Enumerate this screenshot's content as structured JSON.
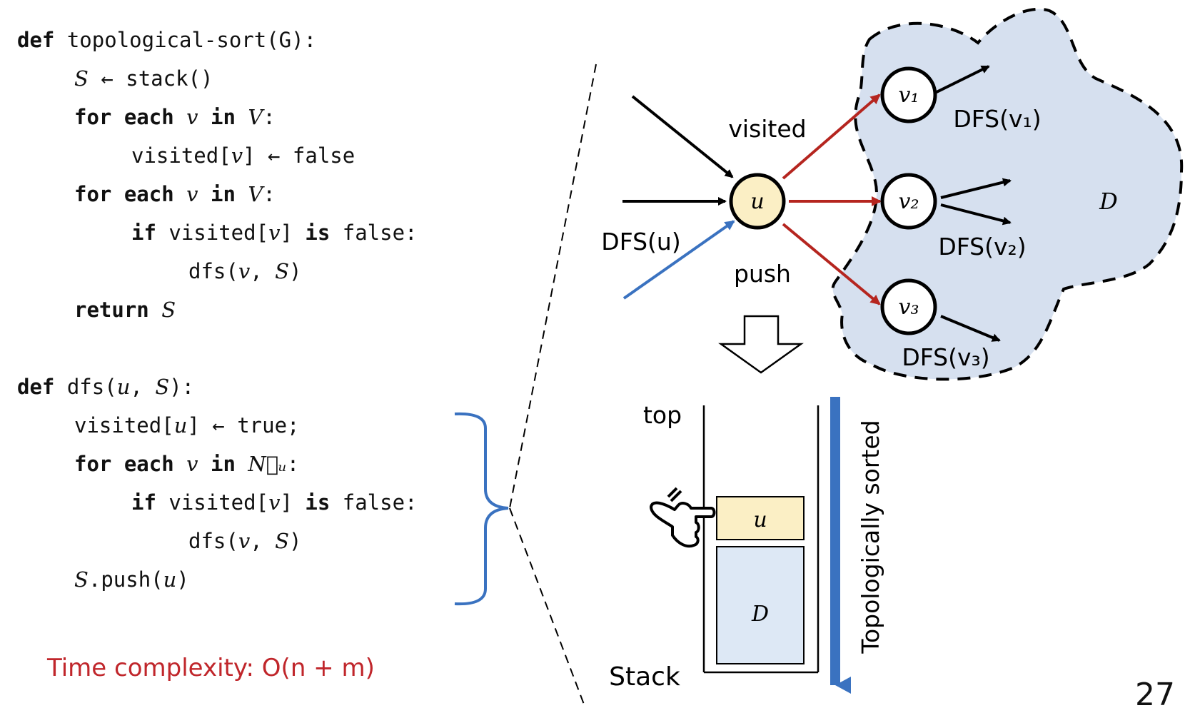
{
  "code": {
    "lines": [
      {
        "indent": 0,
        "parts": [
          [
            "k",
            "def"
          ],
          [
            "t",
            " topological-sort(G):"
          ]
        ]
      },
      {
        "indent": 1,
        "parts": [
          [
            "m",
            "S"
          ],
          [
            "t",
            " ← stack()"
          ]
        ]
      },
      {
        "indent": 1,
        "parts": [
          [
            "k",
            "for each"
          ],
          [
            "t",
            " "
          ],
          [
            "m",
            "v"
          ],
          [
            "t",
            " "
          ],
          [
            "k",
            "in"
          ],
          [
            "t",
            " "
          ],
          [
            "m",
            "V"
          ],
          [
            "t",
            ":"
          ]
        ]
      },
      {
        "indent": 2,
        "parts": [
          [
            "t",
            "visited["
          ],
          [
            "m",
            "v"
          ],
          [
            "t",
            "] ← false"
          ]
        ]
      },
      {
        "indent": 1,
        "parts": [
          [
            "k",
            "for each"
          ],
          [
            "t",
            " "
          ],
          [
            "m",
            "v"
          ],
          [
            "t",
            " "
          ],
          [
            "k",
            "in"
          ],
          [
            "t",
            " "
          ],
          [
            "m",
            "V"
          ],
          [
            "t",
            ":"
          ]
        ]
      },
      {
        "indent": 2,
        "parts": [
          [
            "k",
            "if"
          ],
          [
            "t",
            " visited["
          ],
          [
            "m",
            "v"
          ],
          [
            "t",
            "] "
          ],
          [
            "k",
            "is"
          ],
          [
            "t",
            " false:"
          ]
        ]
      },
      {
        "indent": 3,
        "parts": [
          [
            "t",
            "dfs("
          ],
          [
            "m",
            "v"
          ],
          [
            "t",
            ", "
          ],
          [
            "m",
            "S"
          ],
          [
            "t",
            ")"
          ]
        ]
      },
      {
        "indent": 1,
        "parts": [
          [
            "k",
            "return"
          ],
          [
            "t",
            " "
          ],
          [
            "m",
            "S"
          ]
        ]
      },
      {
        "indent": 0,
        "parts": []
      },
      {
        "indent": 0,
        "parts": [
          [
            "k",
            "def"
          ],
          [
            "t",
            " dfs("
          ],
          [
            "m",
            "u"
          ],
          [
            "t",
            ", "
          ],
          [
            "m",
            "S"
          ],
          [
            "t",
            "):"
          ]
        ]
      },
      {
        "indent": 1,
        "parts": [
          [
            "t",
            "visited["
          ],
          [
            "m",
            "u"
          ],
          [
            "t",
            "] ← true;"
          ]
        ]
      },
      {
        "indent": 1,
        "parts": [
          [
            "k",
            "for each"
          ],
          [
            "t",
            " "
          ],
          [
            "m",
            "v"
          ],
          [
            "t",
            " "
          ],
          [
            "k",
            "in"
          ],
          [
            "t",
            " "
          ],
          [
            "m",
            "N⃗ᵤ"
          ],
          [
            "t",
            ":"
          ]
        ]
      },
      {
        "indent": 2,
        "parts": [
          [
            "k",
            "if"
          ],
          [
            "t",
            " visited["
          ],
          [
            "m",
            "v"
          ],
          [
            "t",
            "] "
          ],
          [
            "k",
            "is"
          ],
          [
            "t",
            " false:"
          ]
        ]
      },
      {
        "indent": 3,
        "parts": [
          [
            "t",
            "dfs("
          ],
          [
            "m",
            "v"
          ],
          [
            "t",
            ", "
          ],
          [
            "m",
            "S"
          ],
          [
            "t",
            ")"
          ]
        ]
      },
      {
        "indent": 1,
        "parts": [
          [
            "m",
            "S"
          ],
          [
            "t",
            ".push("
          ],
          [
            "m",
            "u"
          ],
          [
            "t",
            ")"
          ]
        ]
      }
    ]
  },
  "complexity": "Time complexity: O(n + m)",
  "graph": {
    "node_u": "u",
    "node_v1": "v₁",
    "node_v2": "v₂",
    "node_v3": "v₃",
    "region_label": "D",
    "visited_label": "visited",
    "push_label": "push",
    "dfs_u": "DFS(u)",
    "dfs_v1": "DFS(v₁)",
    "dfs_v2": "DFS(v₂)",
    "dfs_v3": "DFS(v₃)"
  },
  "stack": {
    "top_label": "top",
    "stack_label": "Stack",
    "item_u": "u",
    "item_D": "D",
    "sorted_label": "Topologically sorted"
  },
  "page_number": "27",
  "colors": {
    "red_edge": "#b5251f",
    "blue": "#3a72c0",
    "node_u_fill": "#fbefc5",
    "region_fill": "#d6e0ef",
    "stack_D_fill": "#dde8f5",
    "complexity_red": "#c0262b"
  },
  "icons": [
    "pointing-hand-icon",
    "down-arrow-outline-icon"
  ]
}
